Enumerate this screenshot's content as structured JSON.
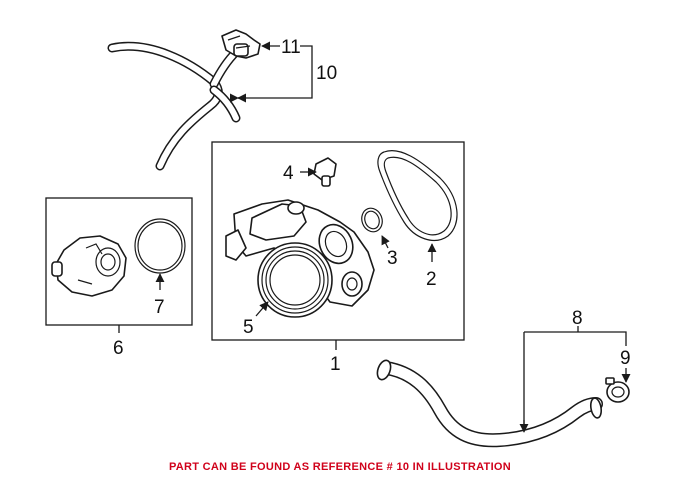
{
  "callouts": {
    "c1": "1",
    "c2": "2",
    "c3": "3",
    "c4": "4",
    "c5": "5",
    "c6": "6",
    "c7": "7",
    "c8": "8",
    "c9": "9",
    "c10": "10",
    "c11": "11"
  },
  "footer_note": "PART CAN BE FOUND AS REFERENCE # 10 IN ILLUSTRATION",
  "colors": {
    "note": "#d0021b",
    "line": "#1a1a1a"
  }
}
